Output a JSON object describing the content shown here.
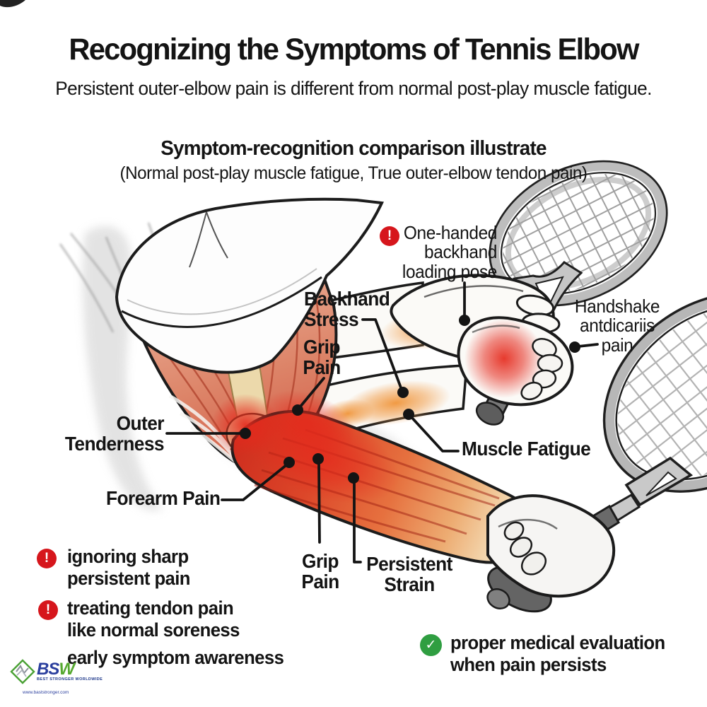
{
  "header": {
    "title": "Recognizing the Symptoms of Tennis Elbow",
    "subtitle": "Persistent outer-elbow pain is different from normal post-play muscle fatigue."
  },
  "section": {
    "title": "Symptom-recognition comparison illustrate",
    "subtitle": "(Normal post-play muscle fatigue, True outer-elbow tendon pain)"
  },
  "callouts": {
    "one_handed": {
      "lines": [
        "One-handed",
        "backhand",
        "loading pose"
      ]
    },
    "backhand_stress": {
      "lines": [
        "Backhand",
        "Stress"
      ]
    },
    "grip_pain_upper": {
      "lines": [
        "Grip",
        "Pain"
      ]
    },
    "handshake_pain": {
      "lines": [
        "Handshake",
        "antdicariis",
        "pain"
      ]
    },
    "outer_tenderness": {
      "lines": [
        "Outer",
        "Tenderness"
      ]
    },
    "muscle_fatigue": {
      "lines": [
        "Muscle Fatigue"
      ]
    },
    "forearm_pain": {
      "lines": [
        "Forearm Pain"
      ]
    },
    "grip_pain_lower": {
      "lines": [
        "Grip",
        "Pain"
      ]
    },
    "persistent_strain": {
      "lines": [
        "Persistent",
        "Strain"
      ]
    }
  },
  "notes": {
    "warning_1": {
      "lines": [
        "ignoring sharp",
        "persistent pain"
      ]
    },
    "warning_2": {
      "lines": [
        "treating tendon pain",
        "like normal soreness"
      ]
    },
    "awareness": {
      "lines": [
        "early symptom awareness"
      ]
    },
    "positive": {
      "lines": [
        "proper medical evaluation",
        "when pain persists"
      ]
    }
  },
  "icons": {
    "warning_glyph": "!",
    "check_glyph": "✓"
  },
  "logo": {
    "bs": "BS",
    "w": "W",
    "tagline": "BEST STRONGER WORLDWIDE",
    "url": "www.baststronger.com"
  },
  "colors": {
    "warning_red": "#d6161c",
    "positive_green": "#2f9e41",
    "glow_orange": "#f0953a",
    "glow_red": "#e5291c",
    "muscle_red": "#d13120"
  }
}
